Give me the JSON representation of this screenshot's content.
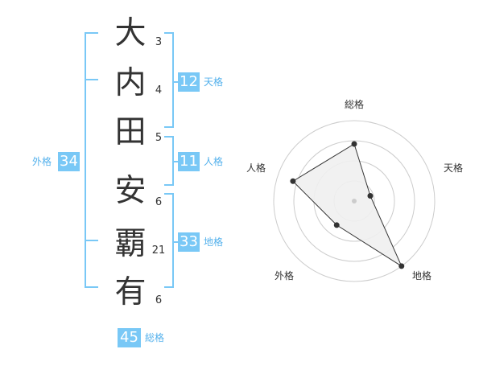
{
  "name": {
    "chars": [
      {
        "char": "大",
        "strokes": "3"
      },
      {
        "char": "内",
        "strokes": "4"
      },
      {
        "char": "田",
        "strokes": "5"
      },
      {
        "char": "安",
        "strokes": "6"
      },
      {
        "char": "覇",
        "strokes": "21"
      },
      {
        "char": "有",
        "strokes": "6"
      }
    ]
  },
  "kaku": {
    "tenkaku": {
      "value": "12",
      "label": "天格"
    },
    "jinkaku": {
      "value": "11",
      "label": "人格"
    },
    "chikaku": {
      "value": "33",
      "label": "地格"
    },
    "gaikaku": {
      "value": "34",
      "label": "外格"
    },
    "soukaku": {
      "value": "45",
      "label": "総格"
    }
  },
  "radar": {
    "axes": [
      "総格",
      "天格",
      "地格",
      "外格",
      "人格"
    ],
    "scores": [
      0.71,
      0.21,
      1.0,
      0.37,
      0.8
    ],
    "max": 1.0,
    "fill_color": "#f0f0f0",
    "ring_color": "#cccccc",
    "line_color": "#333333"
  },
  "colors": {
    "accent": "#79c8f6",
    "accent_text": "#54b1ec",
    "char_text": "#333333"
  }
}
